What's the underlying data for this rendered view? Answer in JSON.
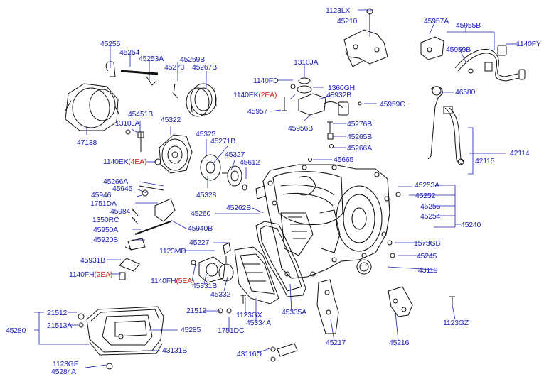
{
  "colors": {
    "label": "#1a1fb8",
    "qty": "#d81c1c",
    "line": "#111111",
    "leader": "#1a1fb8"
  },
  "labels": [
    {
      "id": "l1123lx",
      "text": "1123LX"
    },
    {
      "id": "l45210",
      "text": "45210"
    },
    {
      "id": "l45957a",
      "text": "45957A"
    },
    {
      "id": "l45955b",
      "text": "45955B"
    },
    {
      "id": "l1140fy",
      "text": "1140FY"
    },
    {
      "id": "l45959b",
      "text": "45959B"
    },
    {
      "id": "l45255a",
      "text": "45255"
    },
    {
      "id": "l45254a",
      "text": "45254"
    },
    {
      "id": "l45253a_top",
      "text": "45253A"
    },
    {
      "id": "l45269b",
      "text": "45269B"
    },
    {
      "id": "l45273",
      "text": "45273"
    },
    {
      "id": "l45267b",
      "text": "45267B"
    },
    {
      "id": "l1310ja_top",
      "text": "1310JA"
    },
    {
      "id": "l1140fd",
      "text": "1140FD"
    },
    {
      "id": "l1360gh",
      "text": "1360GH"
    },
    {
      "id": "l1140ek_2",
      "text": "1140EK",
      "qty": "(2EA)"
    },
    {
      "id": "l45932b",
      "text": "45932B"
    },
    {
      "id": "l46580",
      "text": "46580"
    },
    {
      "id": "l45957",
      "text": "45957"
    },
    {
      "id": "l45959c",
      "text": "45959C"
    },
    {
      "id": "l45956b",
      "text": "45956B"
    },
    {
      "id": "l45276b",
      "text": "45276B"
    },
    {
      "id": "l45265b",
      "text": "45265B"
    },
    {
      "id": "l45266a_r",
      "text": "45266A"
    },
    {
      "id": "l42114",
      "text": "42114"
    },
    {
      "id": "l42115",
      "text": "42115"
    },
    {
      "id": "l47138",
      "text": "47138"
    },
    {
      "id": "l45451b",
      "text": "45451B"
    },
    {
      "id": "l1310ja_l",
      "text": "1310JA"
    },
    {
      "id": "l45322",
      "text": "45322"
    },
    {
      "id": "l45325",
      "text": "45325"
    },
    {
      "id": "l45271b",
      "text": "45271B"
    },
    {
      "id": "l45327",
      "text": "45327"
    },
    {
      "id": "l45612",
      "text": "45612"
    },
    {
      "id": "l45665",
      "text": "45665"
    },
    {
      "id": "l1140ek_4",
      "text": "1140EK",
      "qty": "(4EA)"
    },
    {
      "id": "l45328",
      "text": "45328"
    },
    {
      "id": "l45266a_l",
      "text": "45266A"
    },
    {
      "id": "l45945",
      "text": "45945"
    },
    {
      "id": "l45946",
      "text": "45946"
    },
    {
      "id": "l1751da",
      "text": "1751DA"
    },
    {
      "id": "l45984",
      "text": "45984"
    },
    {
      "id": "l1350rc",
      "text": "1350RC"
    },
    {
      "id": "l45950a",
      "text": "45950A"
    },
    {
      "id": "l45920b",
      "text": "45920B"
    },
    {
      "id": "l45940b",
      "text": "45940B"
    },
    {
      "id": "l45260",
      "text": "45260"
    },
    {
      "id": "l45262b",
      "text": "45262B"
    },
    {
      "id": "l45253a_r",
      "text": "45253A"
    },
    {
      "id": "l45252",
      "text": "45252"
    },
    {
      "id": "l45255b",
      "text": "45255"
    },
    {
      "id": "l45254b",
      "text": "45254"
    },
    {
      "id": "l45240",
      "text": "45240"
    },
    {
      "id": "l1573gb",
      "text": "1573GB"
    },
    {
      "id": "l45245",
      "text": "45245"
    },
    {
      "id": "l43119",
      "text": "43119"
    },
    {
      "id": "l45227",
      "text": "45227"
    },
    {
      "id": "l1123md",
      "text": "1123MD"
    },
    {
      "id": "l45931b",
      "text": "45931B"
    },
    {
      "id": "l1140fh_2",
      "text": "1140FH",
      "qty": "(2EA)"
    },
    {
      "id": "l1140fh_5",
      "text": "1140FH",
      "qty": "(5EA)"
    },
    {
      "id": "l45331b",
      "text": "45331B"
    },
    {
      "id": "l45332",
      "text": "45332"
    },
    {
      "id": "l21512_m",
      "text": "21512"
    },
    {
      "id": "l1123gx",
      "text": "1123GX"
    },
    {
      "id": "l45335a",
      "text": "45335A"
    },
    {
      "id": "l45334a",
      "text": "45334A"
    },
    {
      "id": "l1751dc",
      "text": "1751DC"
    },
    {
      "id": "l21512_l",
      "text": "21512"
    },
    {
      "id": "l21513a",
      "text": "21513A"
    },
    {
      "id": "l45280",
      "text": "45280"
    },
    {
      "id": "l45285",
      "text": "45285"
    },
    {
      "id": "l43131b",
      "text": "43131B"
    },
    {
      "id": "l1123gf",
      "text": "1123GF"
    },
    {
      "id": "l45284a",
      "text": "45284A"
    },
    {
      "id": "l43116d",
      "text": "43116D"
    },
    {
      "id": "l45217",
      "text": "45217"
    },
    {
      "id": "l45216",
      "text": "45216"
    },
    {
      "id": "l1123gz",
      "text": "1123GZ"
    }
  ]
}
